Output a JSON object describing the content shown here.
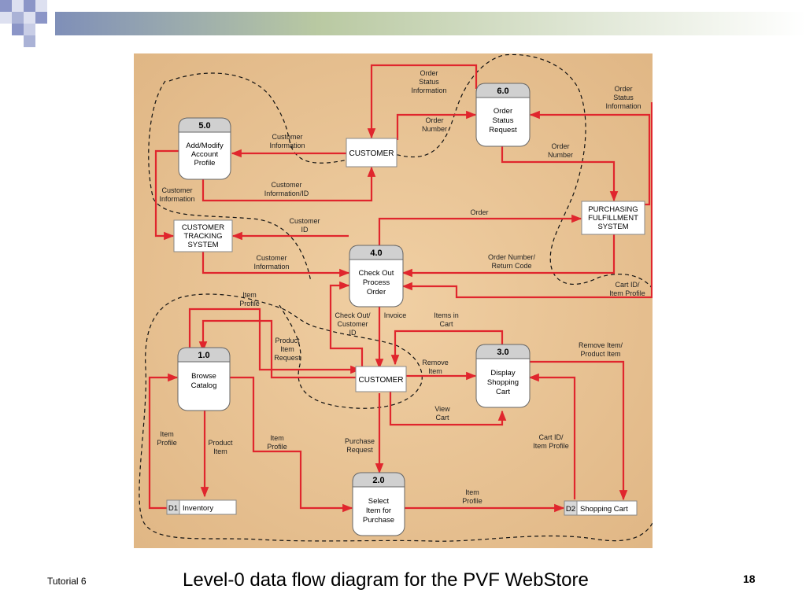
{
  "footer": {
    "left": "Tutorial 6",
    "caption": "Level-0 data flow diagram for the PVF WebStore",
    "page": "18"
  },
  "processes": [
    {
      "id": "1.0",
      "lines": [
        "Browse",
        "Catalog"
      ]
    },
    {
      "id": "2.0",
      "lines": [
        "Select",
        "Item for",
        "Purchase"
      ]
    },
    {
      "id": "3.0",
      "lines": [
        "Display",
        "Shopping",
        "Cart"
      ]
    },
    {
      "id": "4.0",
      "lines": [
        "Check Out",
        "Process",
        "Order"
      ]
    },
    {
      "id": "5.0",
      "lines": [
        "Add/Modify",
        "Account",
        "Profile"
      ]
    },
    {
      "id": "6.0",
      "lines": [
        "Order",
        "Status",
        "Request"
      ]
    }
  ],
  "entities": {
    "customer": "CUSTOMER",
    "tracking": [
      "CUSTOMER",
      "TRACKING",
      "SYSTEM"
    ],
    "purchasing": [
      "PURCHASING",
      "FULFILLMENT",
      "SYSTEM"
    ]
  },
  "stores": [
    {
      "id": "D1",
      "label": "Inventory"
    },
    {
      "id": "D2",
      "label": "Shopping Cart"
    }
  ],
  "flow_labels": [
    [
      "Order",
      "Status",
      "Information"
    ],
    [
      "Order",
      "Number"
    ],
    [
      "Order",
      "Status",
      "Information"
    ],
    [
      "Customer",
      "Information"
    ],
    [
      "Customer",
      "Information/ID"
    ],
    [
      "Customer",
      "Information"
    ],
    [
      "Order",
      "Number"
    ],
    [
      "Order"
    ],
    [
      "Customer",
      "ID"
    ],
    [
      "Customer",
      "Information"
    ],
    [
      "Order Number/",
      "Return Code"
    ],
    [
      "Cart ID/",
      "Item Profile"
    ],
    [
      "Item",
      "Profile"
    ],
    [
      "Check Out/",
      "Customer",
      "ID"
    ],
    [
      "Invoice"
    ],
    [
      "Items in",
      "Cart"
    ],
    [
      "Product",
      "Item",
      "Request"
    ],
    [
      "Remove",
      "Item"
    ],
    [
      "Remove Item/",
      "Product Item"
    ],
    [
      "View",
      "Cart"
    ],
    [
      "Item",
      "Profile"
    ],
    [
      "Product",
      "Item"
    ],
    [
      "Item",
      "Profile"
    ],
    [
      "Purchase",
      "Request"
    ],
    [
      "Cart ID/",
      "Item Profile"
    ],
    [
      "Item",
      "Profile"
    ]
  ],
  "colors": {
    "background": "#e8c293",
    "flow": "#e0262d",
    "process_header": "#d0d0d0"
  }
}
